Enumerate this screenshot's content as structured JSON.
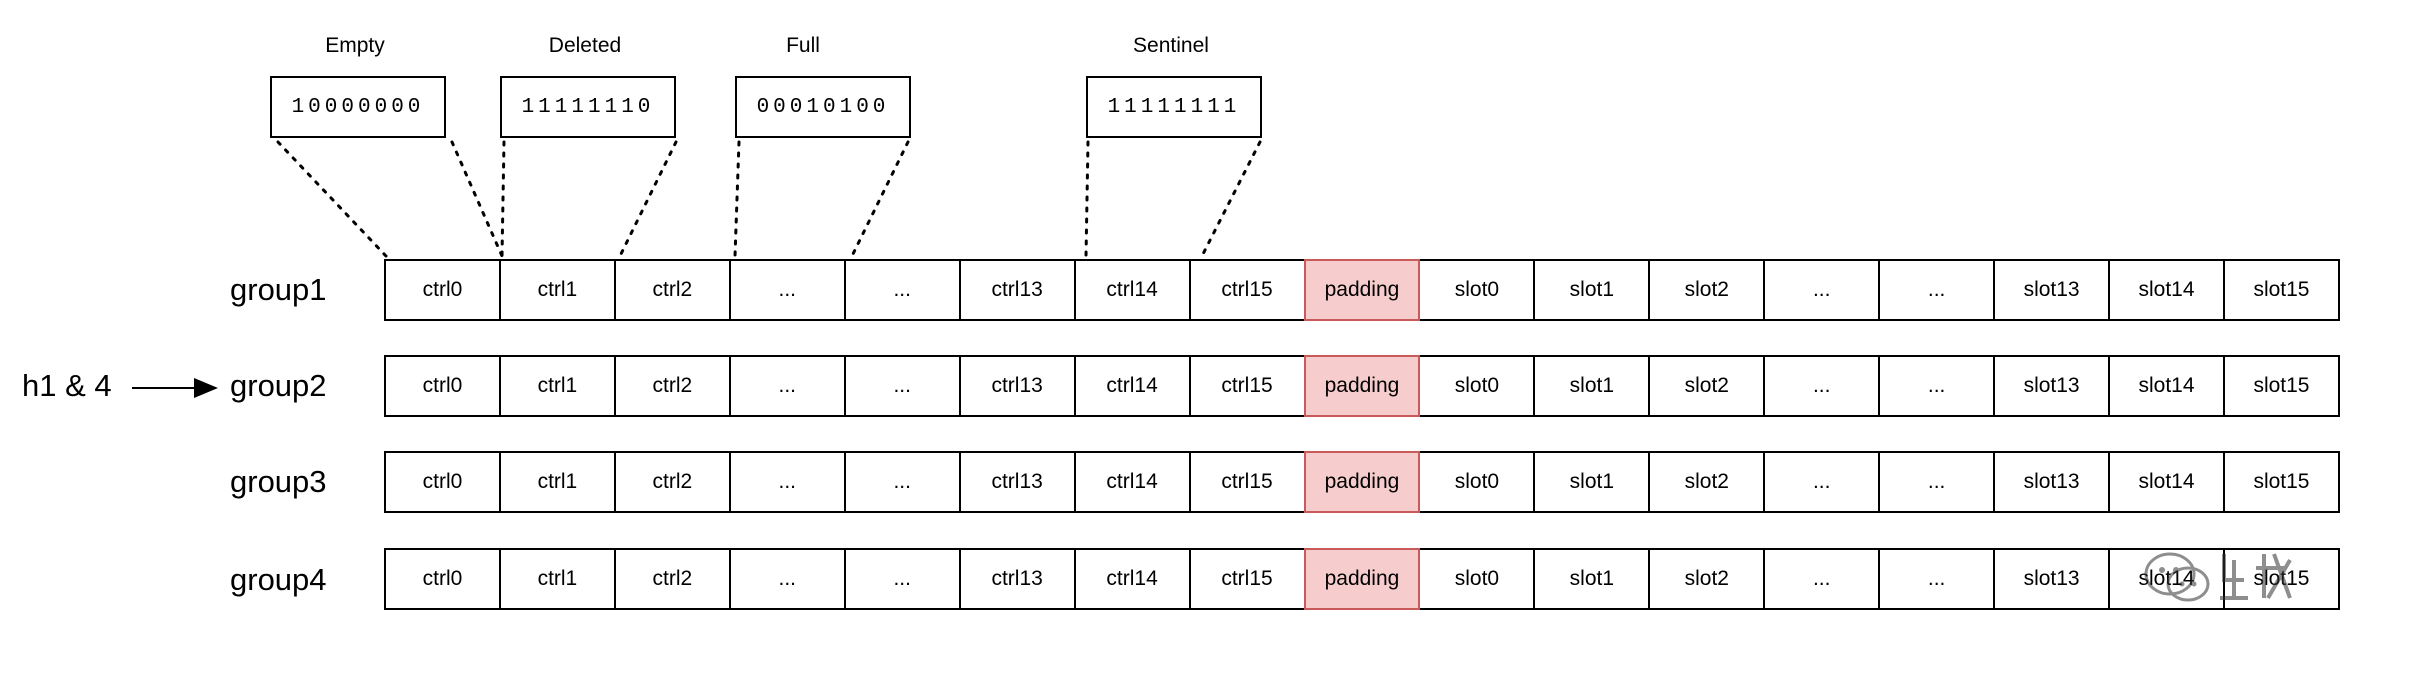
{
  "control_bytes": [
    {
      "label": "Empty",
      "bits": "10000000"
    },
    {
      "label": "Deleted",
      "bits": "11111110"
    },
    {
      "label": "Full",
      "bits": "00010100"
    },
    {
      "label": "Sentinel",
      "bits": "11111111"
    }
  ],
  "groups": [
    {
      "name": "group1"
    },
    {
      "name": "group2"
    },
    {
      "name": "group3"
    },
    {
      "name": "group4"
    }
  ],
  "cells": [
    "ctrl0",
    "ctrl1",
    "ctrl2",
    "...",
    "...",
    "ctrl13",
    "ctrl14",
    "ctrl15",
    "padding",
    "slot0",
    "slot1",
    "slot2",
    "...",
    "...",
    "slot13",
    "slot14",
    "slot15"
  ],
  "padding_label": "padding",
  "pointer": {
    "text": "h1 & 4",
    "target_group": "group2"
  },
  "colors": {
    "padding_fill": "#f7cccc",
    "padding_border": "#c85a5a",
    "border": "#000000"
  }
}
